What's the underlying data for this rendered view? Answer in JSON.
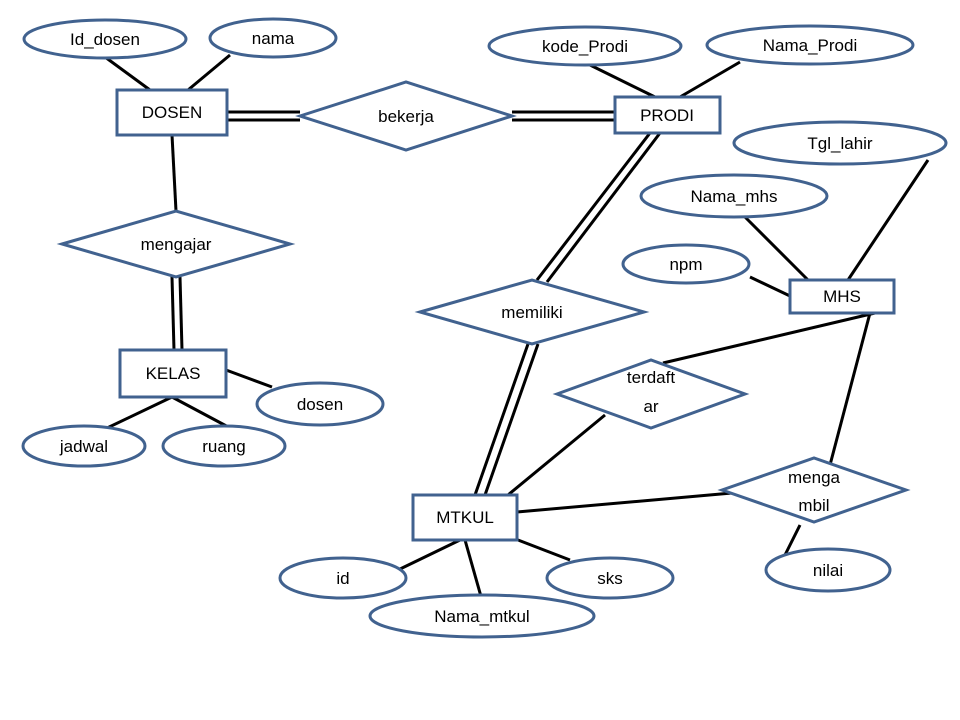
{
  "colors": {
    "shape_stroke": "#41628f",
    "connector": "#000000",
    "background": "#ffffff"
  },
  "entities": {
    "dosen": "DOSEN",
    "prodi": "PRODI",
    "kelas": "KELAS",
    "mhs": "MHS",
    "mtkul": "MTKUL"
  },
  "relationships": {
    "bekerja": "bekerja",
    "mengajar": "mengajar",
    "memiliki": "memiliki",
    "terdaftar_1": "terdaft",
    "terdaftar_2": "ar",
    "mengambil_1": "menga",
    "mengambil_2": "mbil"
  },
  "attributes": {
    "id_dosen": "Id_dosen",
    "nama": "nama",
    "kode_prodi": "kode_Prodi",
    "nama_prodi": "Nama_Prodi",
    "tgl_lahir": "Tgl_lahir",
    "nama_mhs": "Nama_mhs",
    "npm": "npm",
    "dosen": "dosen",
    "jadwal": "jadwal",
    "ruang": "ruang",
    "id": "id",
    "sks": "sks",
    "nama_mtkul": "Nama_mtkul",
    "nilai": "nilai"
  }
}
